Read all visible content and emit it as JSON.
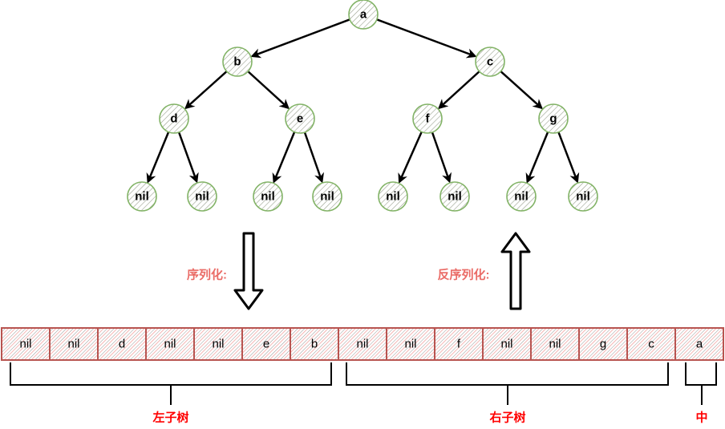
{
  "tree": {
    "nodes": [
      {
        "id": "a",
        "label": "a"
      },
      {
        "id": "b",
        "label": "b"
      },
      {
        "id": "c",
        "label": "c"
      },
      {
        "id": "d",
        "label": "d"
      },
      {
        "id": "e",
        "label": "e"
      },
      {
        "id": "f",
        "label": "f"
      },
      {
        "id": "g",
        "label": "g"
      },
      {
        "id": "n1",
        "label": "nil"
      },
      {
        "id": "n2",
        "label": "nil"
      },
      {
        "id": "n3",
        "label": "nil"
      },
      {
        "id": "n4",
        "label": "nil"
      },
      {
        "id": "n5",
        "label": "nil"
      },
      {
        "id": "n6",
        "label": "nil"
      },
      {
        "id": "n7",
        "label": "nil"
      },
      {
        "id": "n8",
        "label": "nil"
      }
    ],
    "edges": [
      [
        "a",
        "b"
      ],
      [
        "a",
        "c"
      ],
      [
        "b",
        "d"
      ],
      [
        "b",
        "e"
      ],
      [
        "c",
        "f"
      ],
      [
        "c",
        "g"
      ],
      [
        "d",
        "n1"
      ],
      [
        "d",
        "n2"
      ],
      [
        "e",
        "n3"
      ],
      [
        "e",
        "n4"
      ],
      [
        "f",
        "n5"
      ],
      [
        "f",
        "n6"
      ],
      [
        "g",
        "n7"
      ],
      [
        "g",
        "n8"
      ]
    ]
  },
  "labels": {
    "serialize": "序列化:",
    "deserialize": "反序列化:",
    "left_subtree": "左子树",
    "right_subtree": "右子树",
    "middle": "中"
  },
  "array": [
    "nil",
    "nil",
    "d",
    "nil",
    "nil",
    "e",
    "b",
    "nil",
    "nil",
    "f",
    "nil",
    "nil",
    "g",
    "c",
    "a"
  ],
  "colors": {
    "node_stroke": "#82b366",
    "cell_stroke": "#b85450",
    "label_pink": "#ea6b66",
    "label_red": "#ff0000"
  }
}
